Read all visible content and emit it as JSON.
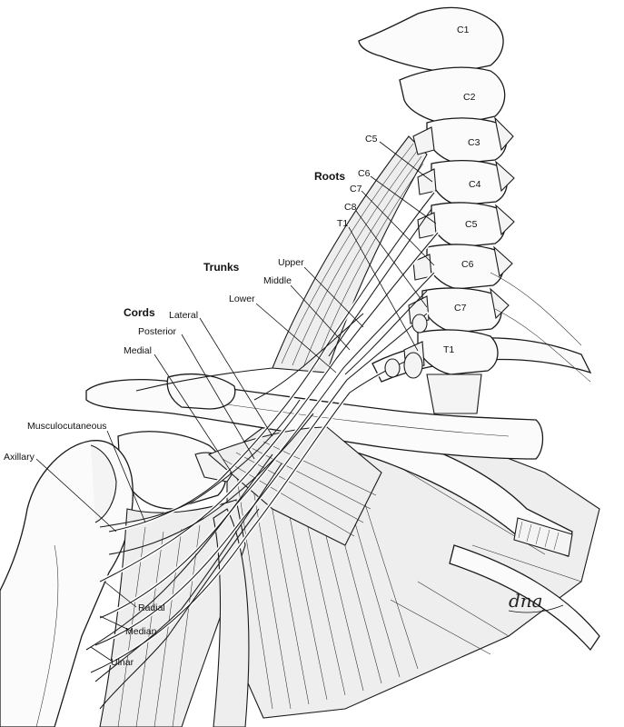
{
  "figure": {
    "group_labels": {
      "roots": "Roots",
      "trunks": "Trunks",
      "cords": "Cords"
    },
    "vertebrae": [
      "C1",
      "C2",
      "C3",
      "C4",
      "C5",
      "C6",
      "C7",
      "T1"
    ],
    "root_labels": [
      "C5",
      "C6",
      "C7",
      "C8",
      "T1"
    ],
    "trunk_labels": [
      "Upper",
      "Middle",
      "Lower"
    ],
    "cord_labels": [
      "Lateral",
      "Posterior",
      "Medial"
    ],
    "branch_labels": [
      "Musculocutaneous",
      "Axillary",
      "Radial",
      "Median",
      "Ulnar"
    ],
    "signature": "dna"
  }
}
